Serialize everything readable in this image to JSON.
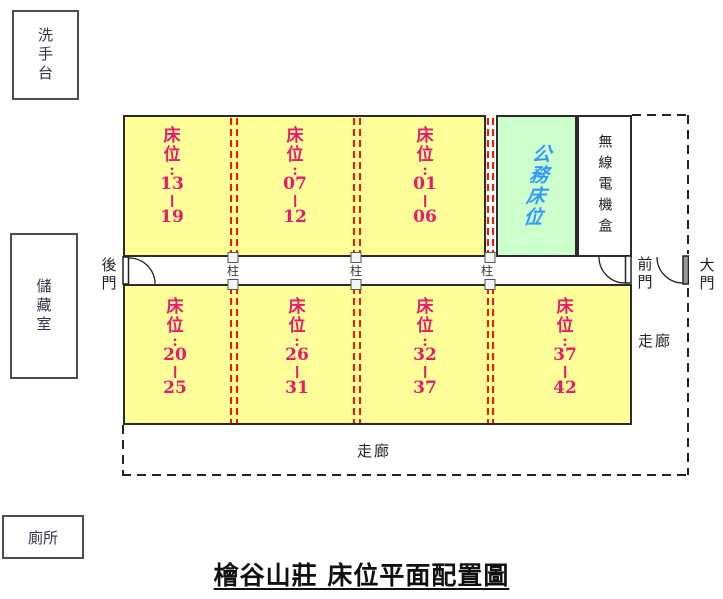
{
  "title": "檜谷山莊 床位平面配置圖",
  "rooms": {
    "wash_basin": "洗手台",
    "storage": "儲藏室",
    "toilet": "廁所",
    "official_bed": "公務床位",
    "radio_box": "無線電機盒"
  },
  "beds": {
    "top": [
      {
        "name": "床位",
        "from": "13",
        "to": "19"
      },
      {
        "name": "床位",
        "from": "07",
        "to": "12"
      },
      {
        "name": "床位",
        "from": "01",
        "to": "06"
      }
    ],
    "bottom": [
      {
        "name": "床位",
        "from": "20",
        "to": "25"
      },
      {
        "name": "床位",
        "from": "26",
        "to": "31"
      },
      {
        "name": "床位",
        "from": "32",
        "to": "37"
      },
      {
        "name": "床位",
        "from": "37",
        "to": "42"
      }
    ]
  },
  "doors": {
    "back": "後門",
    "front": "前門",
    "main": "大門"
  },
  "pillar_label": "柱",
  "corridor_label": "走廊",
  "symbols": {
    "colon": ":"
  },
  "colors": {
    "bed_area": "#ffff99",
    "official_area": "#ccffcc",
    "bed_text": "#e8186d",
    "official_text": "#3399ff",
    "partition_dash": "#ff1400",
    "wall": "#2b2b2b"
  }
}
